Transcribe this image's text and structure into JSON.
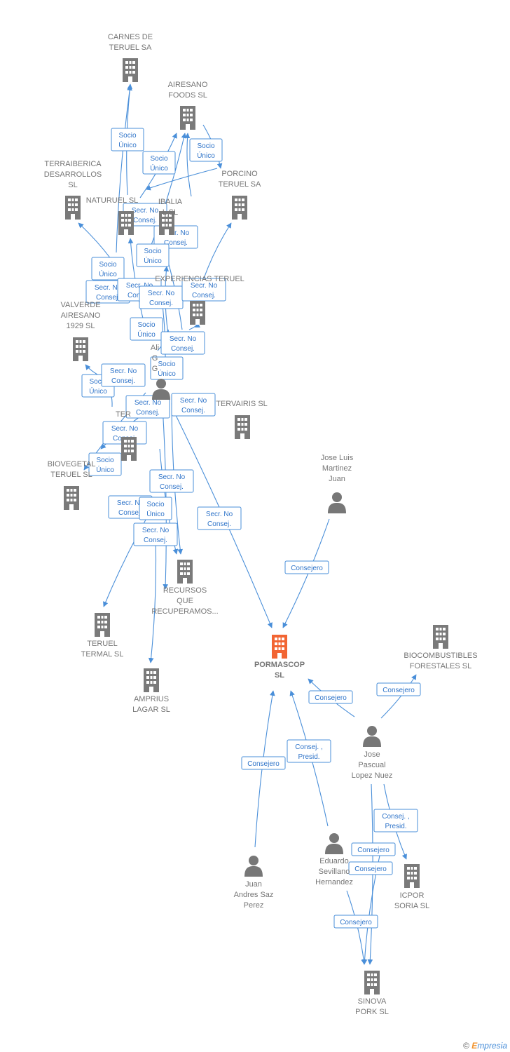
{
  "colors": {
    "company": "#7a7a7a",
    "focus": "#f26533",
    "person": "#777777",
    "edge": "#4a8fd9",
    "label_text": "#2f74c9",
    "node_text": "#757575"
  },
  "nodes": [
    {
      "id": "carnes",
      "kind": "company",
      "label": [
        "CARNES DE",
        "TERUEL SA"
      ]
    },
    {
      "id": "airesano_foods",
      "kind": "company",
      "label": [
        "AIRESANO",
        "FOODS  SL"
      ]
    },
    {
      "id": "terraiberica",
      "kind": "company",
      "label": [
        "TERRAIBERICA",
        "DESARROLLOS",
        "SL"
      ]
    },
    {
      "id": "porcino",
      "kind": "company",
      "label": [
        "PORCINO",
        "TERUEL SA"
      ]
    },
    {
      "id": "naturuel",
      "kind": "company",
      "label": [
        "NATURUEL  SL"
      ]
    },
    {
      "id": "ibalia",
      "kind": "company",
      "label": [
        "IBALIA",
        "L SL"
      ]
    },
    {
      "id": "experiencias",
      "kind": "company",
      "label": [
        "EXPERIENCIAS TERUEL"
      ]
    },
    {
      "id": "valverde",
      "kind": "company",
      "label": [
        "VALVERDE",
        "AIRESANO",
        "1929  SL"
      ]
    },
    {
      "id": "ali_person",
      "kind": "person",
      "label": [
        "Ali",
        "G",
        "G"
      ]
    },
    {
      "id": "tervairis",
      "kind": "company",
      "label": [
        "TERVAIRIS  SL"
      ]
    },
    {
      "id": "ter_hidden",
      "kind": "company",
      "label": [
        "TER"
      ]
    },
    {
      "id": "biovegetal",
      "kind": "company",
      "label": [
        "BIOVEGETAL",
        "TERUEL  SL"
      ]
    },
    {
      "id": "jose_luis",
      "kind": "person",
      "label": [
        "Jose Luis",
        "Martinez",
        "Juan"
      ]
    },
    {
      "id": "recursos",
      "kind": "company",
      "label": [
        "RECURSOS",
        "QUE",
        "RECUPERAMOS..."
      ]
    },
    {
      "id": "teruel_termal",
      "kind": "company",
      "label": [
        "TERUEL",
        "TERMAL SL"
      ]
    },
    {
      "id": "pormascop",
      "kind": "focus",
      "label": [
        "PORMASCOP",
        "SL"
      ]
    },
    {
      "id": "biocombustibles",
      "kind": "company",
      "label": [
        "BIOCOMBUSTIBLES",
        "FORESTALES SL"
      ]
    },
    {
      "id": "amprius",
      "kind": "company",
      "label": [
        "AMPRIUS",
        "LAGAR SL"
      ]
    },
    {
      "id": "jose_pascual",
      "kind": "person",
      "label": [
        "Jose",
        "Pascual",
        "Lopez Nuez"
      ]
    },
    {
      "id": "eduardo",
      "kind": "person",
      "label": [
        "Eduardo",
        "Sevillano",
        "Hernandez"
      ]
    },
    {
      "id": "juan_andres",
      "kind": "person",
      "label": [
        "Juan",
        "Andres Saz",
        "Perez"
      ]
    },
    {
      "id": "icpor",
      "kind": "company",
      "label": [
        "ICPOR",
        "SORIA SL"
      ]
    },
    {
      "id": "sinova",
      "kind": "company",
      "label": [
        "SINOVA",
        "PORK  SL"
      ]
    }
  ],
  "edge_labels": [
    [
      "Socio",
      "Único"
    ],
    [
      "Socio",
      "Único"
    ],
    [
      "Socio",
      "Único"
    ],
    [
      "Secr.  No",
      "Consej."
    ],
    [
      "Secr.  No",
      "Consej."
    ],
    [
      "Socio",
      "Único"
    ],
    [
      "Socio",
      "Único"
    ],
    [
      "Secr.  No",
      "Consej."
    ],
    [
      "Secr.  No",
      "Consej."
    ],
    [
      "Secr.  No",
      "Consej."
    ],
    [
      "Secr.  No",
      "Consej."
    ],
    [
      "Socio",
      "Único"
    ],
    [
      "Secr.  No",
      "Consej."
    ],
    [
      "Socio",
      "Único"
    ],
    [
      "Socio",
      "Único"
    ],
    [
      "Secr.  No",
      "Consej."
    ],
    [
      "Secr.  No",
      "Consej."
    ],
    [
      "Secr.  No",
      "Consej."
    ],
    [
      "Secr.  No",
      "Consej."
    ],
    [
      "Socio",
      "Único"
    ],
    [
      "Secr.  No",
      "Consej."
    ],
    [
      "Secr.  No",
      "Consej."
    ],
    [
      "Socio",
      "Único"
    ],
    [
      "Secr.  No",
      "Consej."
    ],
    [
      "Secr.  No",
      "Consej."
    ],
    [
      "Consejero"
    ],
    [
      "Consejero"
    ],
    [
      "Consej. ,",
      "Presid."
    ],
    [
      "Consejero"
    ],
    [
      "Consejero"
    ],
    [
      "Consej. ,",
      "Presid."
    ],
    [
      "Consejero"
    ],
    [
      "Consejero"
    ],
    [
      "Consejero"
    ]
  ],
  "footer": {
    "copyright": "©",
    "brand_first": "E",
    "brand_rest": "mpresia"
  }
}
